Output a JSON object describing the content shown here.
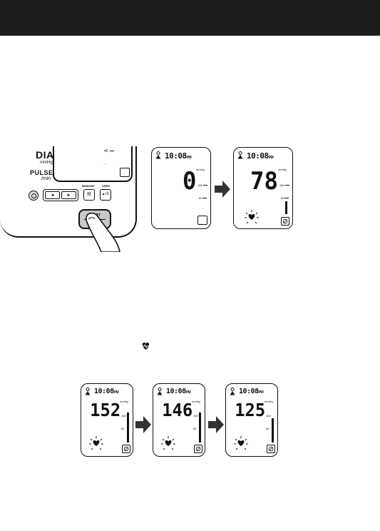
{
  "monitor": {
    "dia_label": "DIA",
    "dia_unit": "mmHg",
    "pulse_label": "PULSE",
    "pulse_unit": "/min",
    "memory_label": "MEMORY",
    "user_label": "USER",
    "user_button_text": "▲/②",
    "memory_button_text": "▤",
    "left_arrow": "◄",
    "right_arrow": "►",
    "start_label": "START",
    "tick_top": "40",
    "tick_mid": "..."
  },
  "displays_top": [
    {
      "time": "10:08",
      "meridiem": "PM",
      "unit": "mmHg",
      "value": "0",
      "ticks": [
        "165",
        "80",
        "..."
      ]
    },
    {
      "time": "10:08",
      "meridiem": "PM",
      "unit": "mmHg",
      "value": "78",
      "ticks": [
        "165",
        "80"
      ]
    }
  ],
  "displays_bottom": [
    {
      "time": "10:08",
      "meridiem": "PM",
      "unit": "mmHg",
      "value": "152",
      "ticks": [
        "165",
        "80"
      ]
    },
    {
      "time": "10:08",
      "meridiem": "PM",
      "unit": "mmHg",
      "value": "146",
      "ticks": [
        "165",
        "80"
      ]
    },
    {
      "time": "10:08",
      "meridiem": "PM",
      "unit": "mmHg",
      "value": "125",
      "ticks": [
        "165",
        "80"
      ]
    }
  ],
  "icons": {
    "user": "user-icon",
    "heart": "heartbeat-icon",
    "cuff": "cuff-wrap-icon",
    "arrow": "right-arrow-icon",
    "finger": "finger-press-icon"
  }
}
